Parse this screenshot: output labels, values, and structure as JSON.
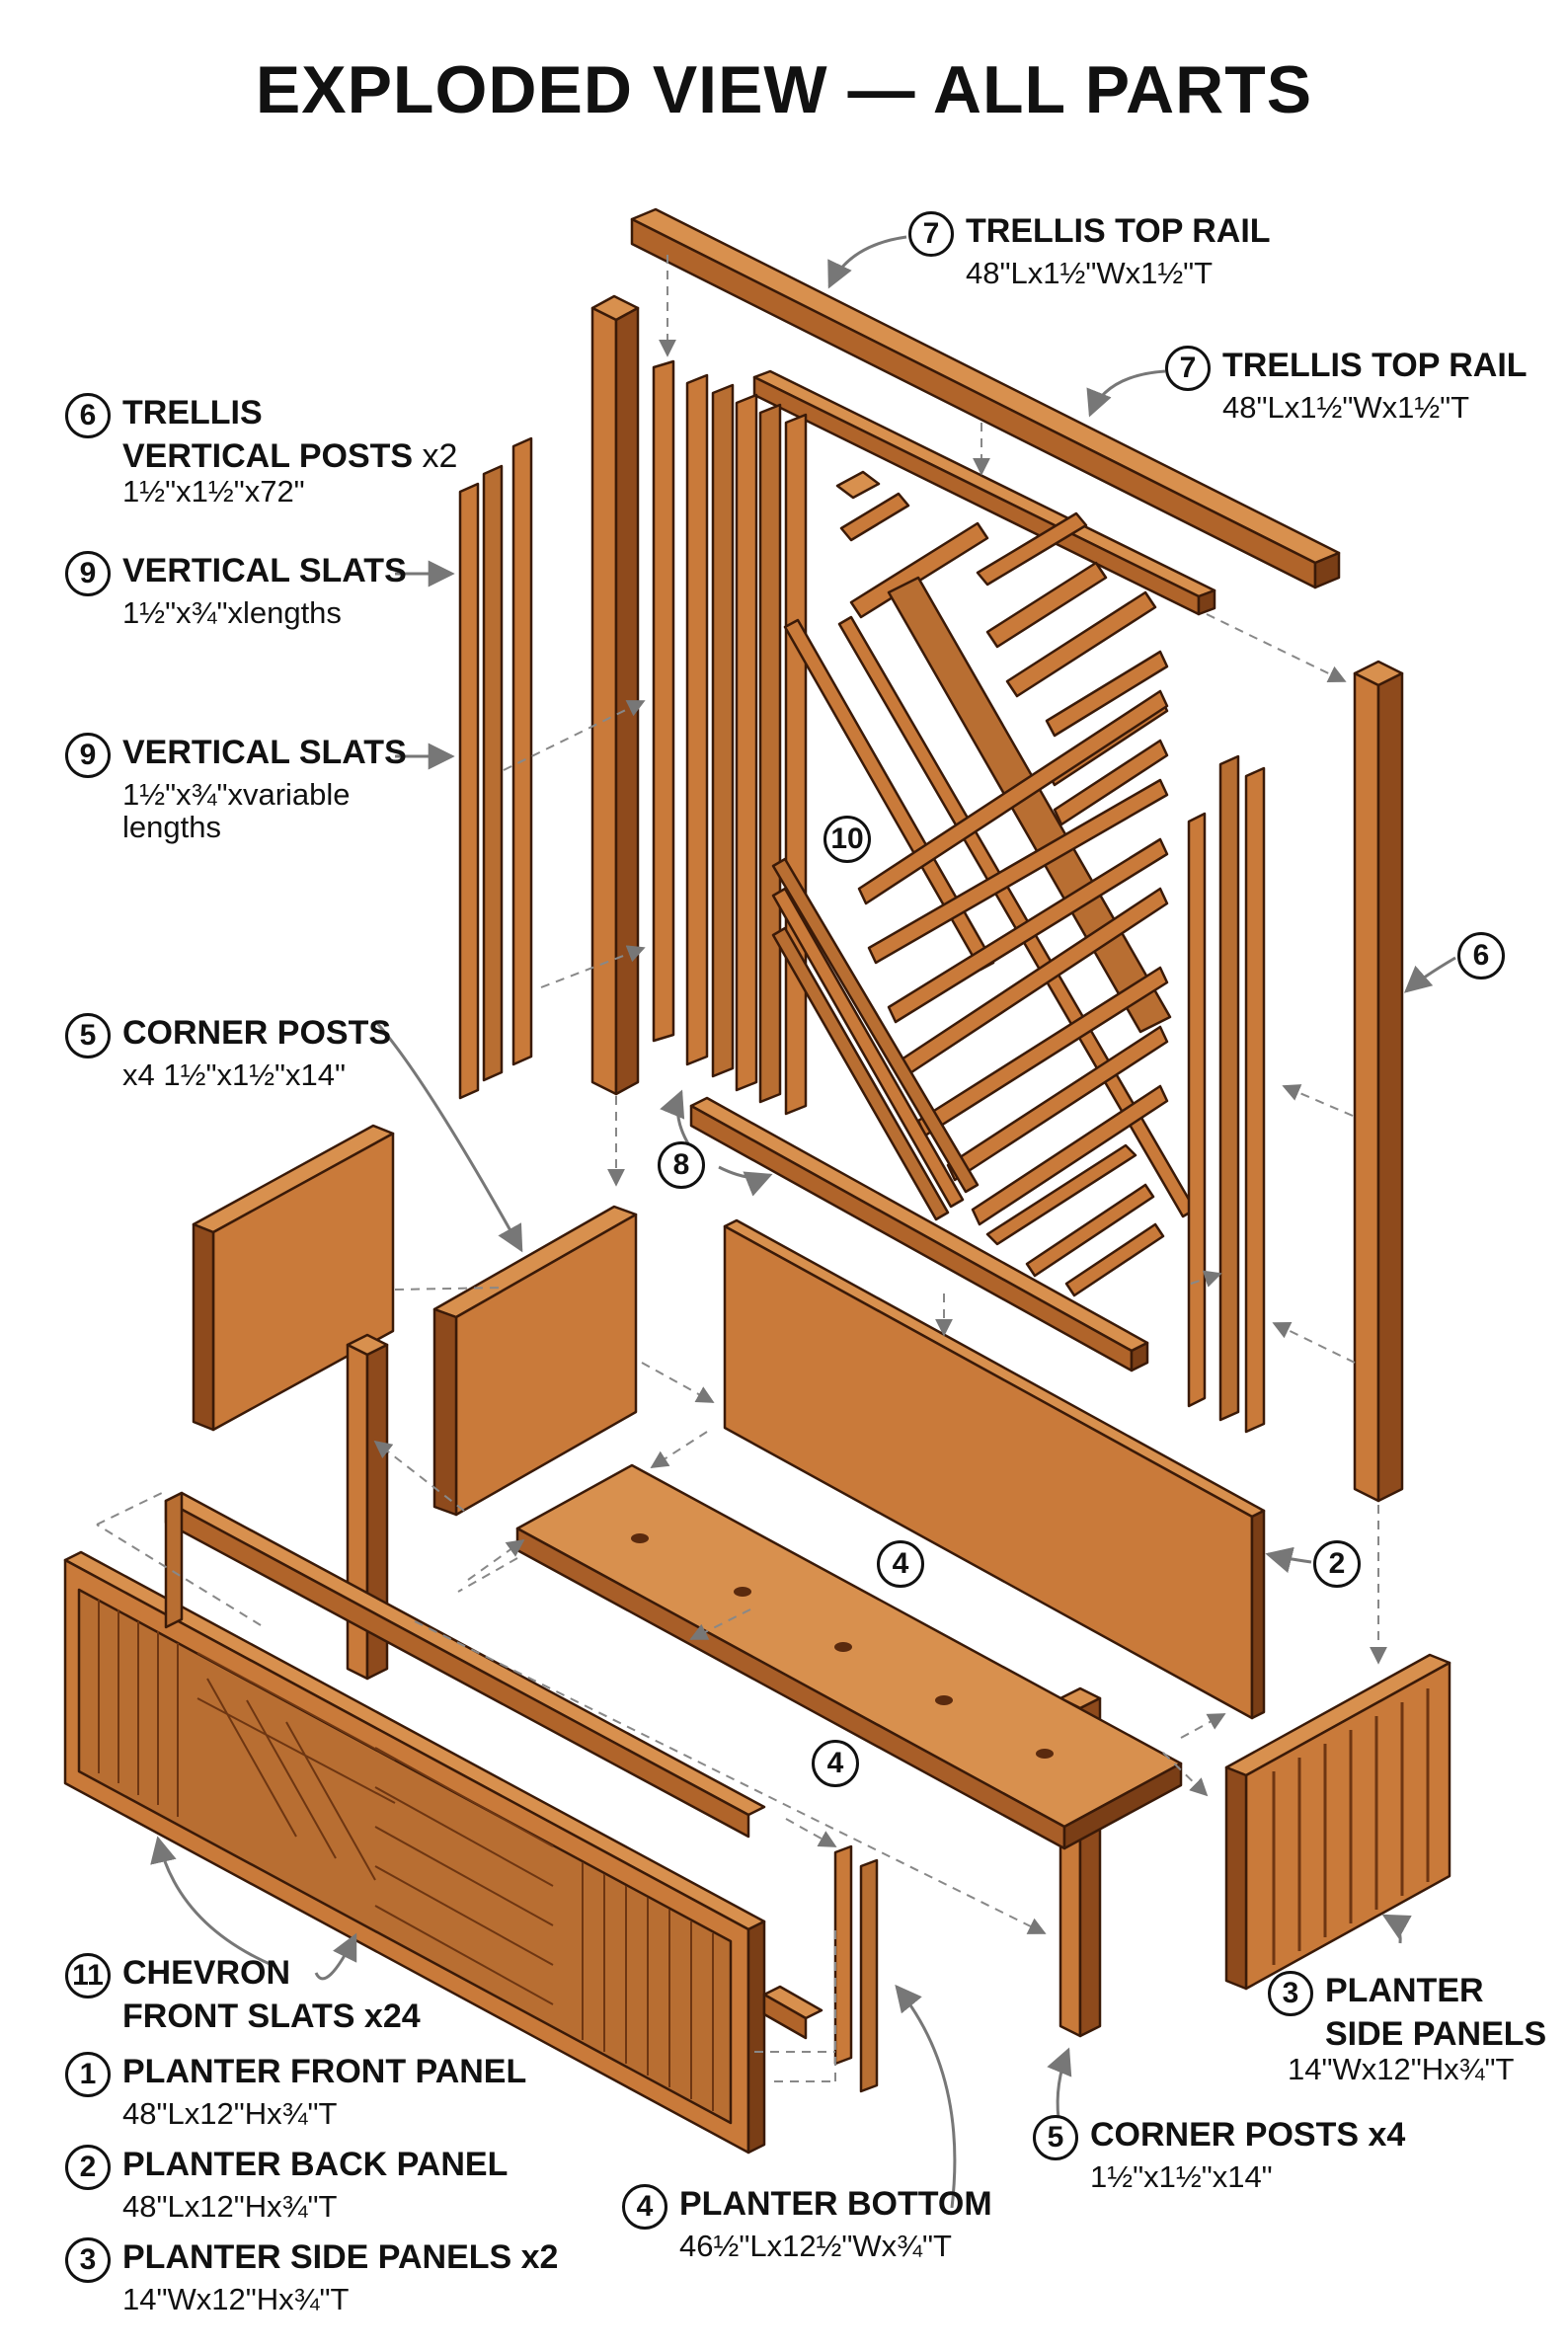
{
  "title": "EXPLODED VIEW — ALL PARTS",
  "colors": {
    "wood_light": "#c97a3a",
    "wood_mid": "#b0642a",
    "wood_dark": "#7a3e16",
    "outline": "#3a1a08",
    "leader": "#777777"
  },
  "callouts": {
    "trellis_top_rail_a": {
      "num": "7",
      "name": "TRELLIS TOP RAIL",
      "dims": "48\"Lx1½\"Wx1½\"T"
    },
    "trellis_top_rail_b": {
      "num": "7",
      "name": "TRELLIS TOP RAIL",
      "dims": "48\"Lx1½\"Wx1½\"T"
    },
    "trellis_vertical_posts": {
      "num": "6",
      "name": "TRELLIS",
      "name2": "VERTICAL POSTS",
      "qty": "x2",
      "dims": "1½\"x1½\"x72\""
    },
    "vertical_slats_a": {
      "num": "9",
      "name": "VERTICAL SLATS",
      "dims": "1½\"x¾\"xlengths"
    },
    "vertical_slats_b": {
      "num": "9",
      "name": "VERTICAL SLATS",
      "dims": "1½\"x¾\"xvariable",
      "dims2": "lengths"
    },
    "corner_posts_a": {
      "num": "5",
      "name": "CORNER POSTS",
      "dims": "x4 1½\"x1½\"x14\""
    },
    "chevron": {
      "num": "11",
      "name": "CHEVRON",
      "name2": "FRONT SLATS x24"
    },
    "front_panel": {
      "num": "1",
      "name": "PLANTER FRONT PANEL",
      "dims": "48\"Lx12\"Hx¾\"T"
    },
    "back_panel": {
      "num": "2",
      "name": "PLANTER BACK PANEL",
      "dims": "48\"Lx12\"Hx¾\"T"
    },
    "side_panels_a": {
      "num": "3",
      "name": "PLANTER SIDE PANELS x2",
      "dims": "14\"Wx12\"Hx¾\"T"
    },
    "planter_bottom": {
      "num": "4",
      "name": "PLANTER BOTTOM",
      "dims": "46½\"Lx12½\"Wx¾\"T"
    },
    "corner_posts_b": {
      "num": "5",
      "name": "CORNER POSTS x4",
      "dims": "1½\"x1½\"x14\""
    },
    "side_panels_b": {
      "num": "3",
      "name": "PLANTER",
      "name2": "SIDE PANELS",
      "dims": "14\"Wx12\"Hx¾\"T"
    }
  },
  "badges": {
    "b10": "10",
    "b6": "6",
    "b8": "8",
    "b4a": "4",
    "b2": "2",
    "b4b": "4"
  }
}
